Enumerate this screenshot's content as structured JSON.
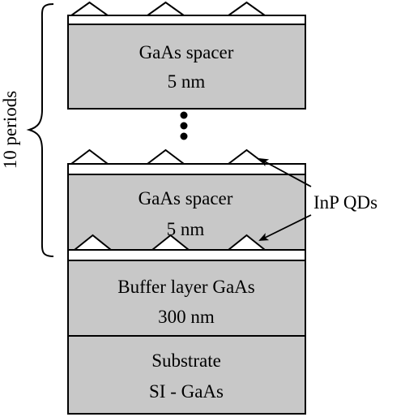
{
  "colors": {
    "layer_fill": "#c8c8c8",
    "wetting_fill": "#ffffff",
    "stroke": "#000000",
    "background": "#ffffff"
  },
  "stack": {
    "spacer_top": {
      "line1": "GaAs spacer",
      "line2": "5 nm"
    },
    "ellipsis_icon": "vertical-ellipsis-dots",
    "spacer_bottom": {
      "line1": "GaAs spacer",
      "line2": "5 nm"
    },
    "buffer": {
      "line1": "Buffer layer GaAs",
      "line2": "300 nm"
    },
    "substrate": {
      "line1": "Substrate",
      "line2": "SI - GaAs"
    }
  },
  "annotations": {
    "periods_label": "10 periods",
    "qd_label": "InP QDs"
  }
}
